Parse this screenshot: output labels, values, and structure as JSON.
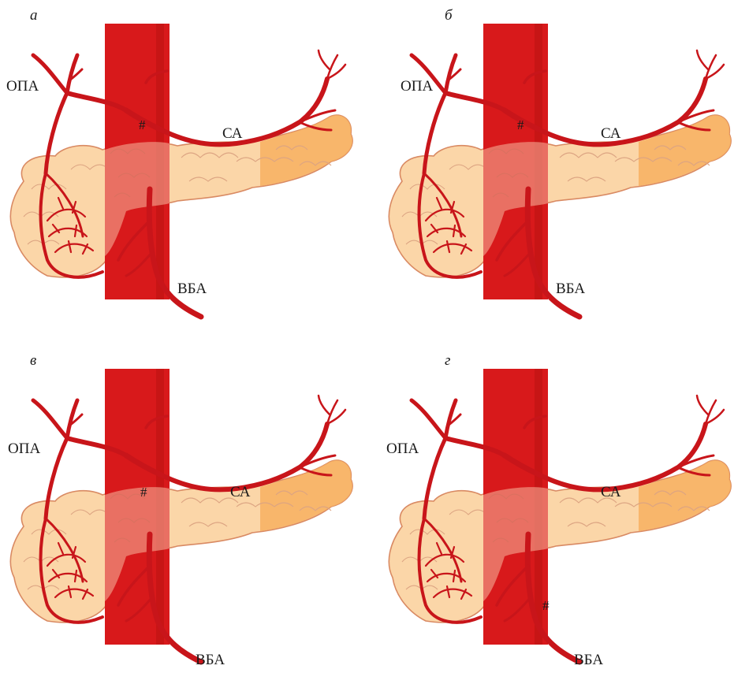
{
  "labels": {
    "common_hepatic": "ОПА",
    "splenic": "СА",
    "superior_mesenteric": "ВБА",
    "marker": "#"
  },
  "panels": [
    {
      "letter": "а",
      "marker_site": "celiac-trunk-origin"
    },
    {
      "letter": "б",
      "marker_site": "celiac-trunk-origin"
    },
    {
      "letter": "в",
      "marker_site": "celiac-trunk-branch"
    },
    {
      "letter": "г",
      "marker_site": "superior-mesenteric-artery"
    }
  ],
  "colors": {
    "aorta": "#d8191b",
    "artery": "#c8151a",
    "pancreas_fill": "#fbd6a8",
    "pancreas_tail": "#f7b060",
    "pancreas_outline": "#d98a63"
  }
}
